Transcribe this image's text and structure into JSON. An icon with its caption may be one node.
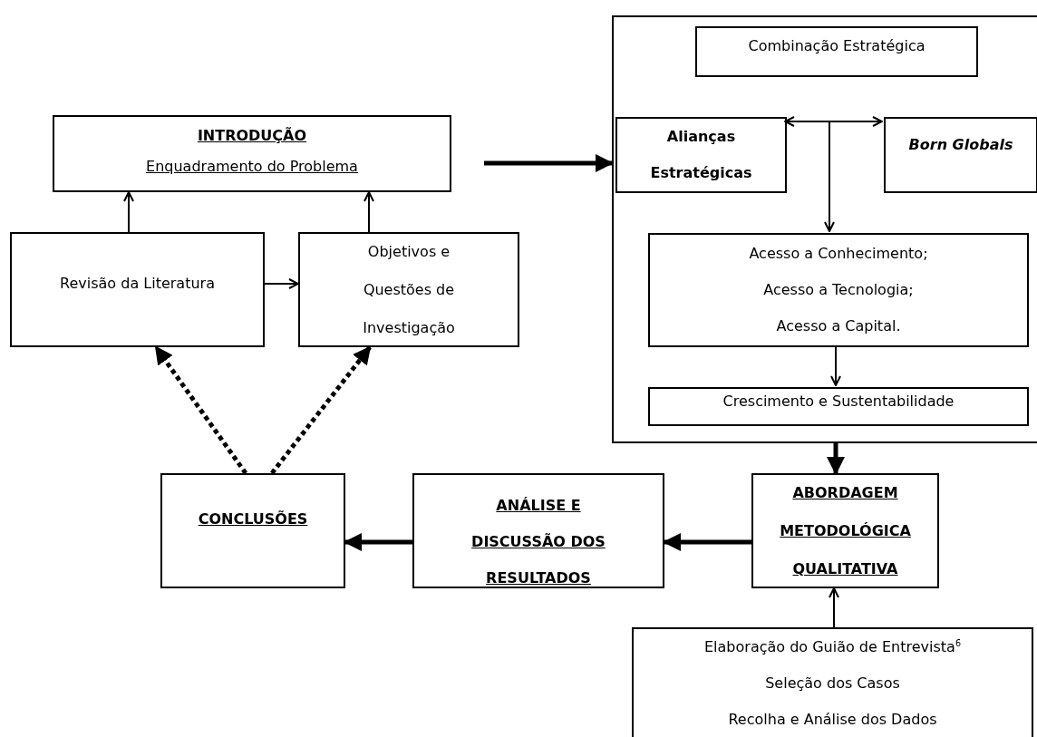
{
  "diagram": {
    "nodes": [
      {
        "text": [
          "INTRODUÇÃO",
          "Enquadramento do Problema"
        ]
      },
      {
        "text": [
          "Revisão da Literatura"
        ]
      },
      {
        "text": [
          "Objetivos e Questões de Investigação"
        ]
      },
      {
        "text": [],
        "shape": "box"
      },
      {
        "text": [
          "Combinação Estratégica"
        ],
        "in": 3
      },
      {
        "text": [
          "Alianças Estratégicas"
        ],
        "in": 3
      },
      {
        "text": [
          "Born Globals"
        ],
        "in": 3
      },
      {
        "text": [
          "Acesso a Conhecimento;",
          "Acesso a Tecnologia;",
          "Acesso a Capital."
        ],
        "in": 3
      },
      {
        "text": [
          "Crescimento e Sustentabilidade"
        ],
        "in": 3
      },
      {
        "text": [
          "CONCLUSÕES"
        ]
      },
      {
        "text": [
          "ANÁLISE E DISCUSSÃO DOS RESULTADOS"
        ]
      },
      {
        "text": [
          "ABORDAGEM METODOLÓGICA QUALITATIVA"
        ]
      },
      {
        "text": [
          "Elaboração do Guião de Entrevista$^{6}$",
          "Seleção dos Casos",
          "Recolha e Análise dos Dados"
        ]
      }
    ],
    "edges": [
      {
        "from": 1,
        "to": 0,
        "arrow": "to"
      },
      {
        "from": 2,
        "to": 0,
        "arrow": "to"
      },
      {
        "from": 1,
        "to": 2,
        "arrow": "to"
      },
      {
        "from": 0,
        "to": 3,
        "arrow": "to",
        "style": "thick"
      },
      {
        "from": 5,
        "to": 6,
        "arrow": "both"
      },
      {
        "from": null,
        "to": 7,
        "arrow": "to"
      },
      {
        "from": 7,
        "to": 8,
        "arrow": "to"
      },
      {
        "from": 3,
        "to": 11,
        "arrow": "to",
        "style": "thick"
      },
      {
        "from": 11,
        "to": 10,
        "arrow": "to",
        "style": "thick"
      },
      {
        "from": 10,
        "to": 9,
        "arrow": "to",
        "style": "thick"
      },
      {
        "from": 9,
        "to": 1,
        "arrow": "to",
        "style": "dashed"
      },
      {
        "from": 9,
        "to": 2,
        "arrow": "to",
        "style": "dashed"
      },
      {
        "from": 12,
        "to": 11,
        "arrow": "to"
      }
    ]
  }
}
